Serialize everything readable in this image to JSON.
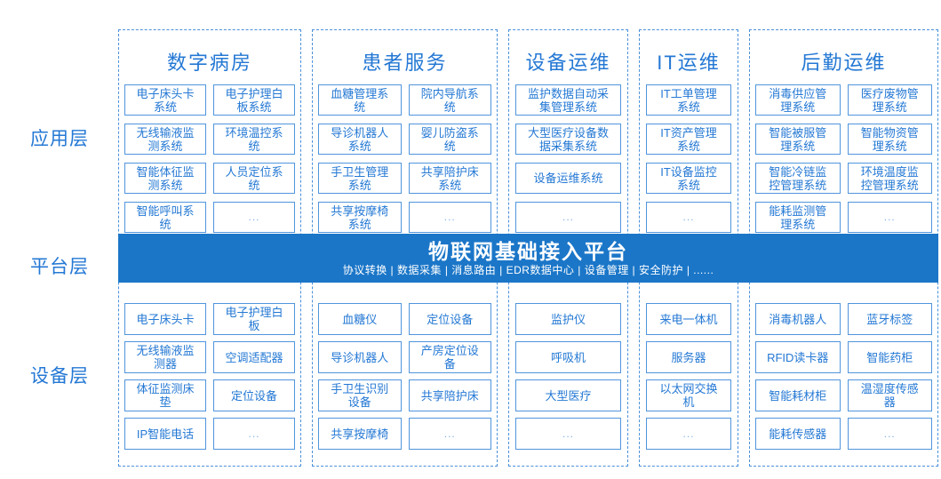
{
  "colors": {
    "accent_text": "#2478d4",
    "box_border": "#5095dd",
    "column_dashed_border": "#4a90da",
    "platform_band_bg": "#1b76c8",
    "platform_band_text": "#ffffff"
  },
  "layers": {
    "application": {
      "label": "应用层"
    },
    "platform": {
      "label": "平台层",
      "title": "物联网基础接入平台",
      "subtitle": "协议转换 | 数据采集 | 消息路由 | EDR数据中心 | 设备管理 | 安全防护 | ......"
    },
    "device": {
      "label": "设备层"
    }
  },
  "columns": [
    {
      "title": "数字病房",
      "app_items": [
        "电子床头卡系统",
        "电子护理白板系统",
        "无线输液监测系统",
        "环境温控系统",
        "智能体征监测系统",
        "人员定位系统",
        "智能呼叫系统",
        "..."
      ],
      "device_items": [
        "电子床头卡",
        "电子护理白板",
        "无线输液监测器",
        "空调适配器",
        "体征监测床垫",
        "定位设备",
        "IP智能电话",
        "..."
      ]
    },
    {
      "title": "患者服务",
      "app_items": [
        "血糖管理系统",
        "院内导航系统",
        "导诊机器人系统",
        "婴儿防盗系统",
        "手卫生管理系统",
        "共享陪护床系统",
        "共享按摩椅系统",
        "..."
      ],
      "device_items": [
        "血糖仪",
        "定位设备",
        "导诊机器人",
        "产房定位设备",
        "手卫生识别设备",
        "共享陪护床",
        "共享按摩椅",
        "..."
      ]
    },
    {
      "title": "设备运维",
      "app_items": [
        "监护数据自动采集管理系统",
        "大型医疗设备数据采集系统",
        "设备运维系统",
        "..."
      ],
      "device_items": [
        "监护仪",
        "呼吸机",
        "大型医疗",
        "..."
      ]
    },
    {
      "title": "IT运维",
      "app_items": [
        "IT工单管理系统",
        "IT资产管理系统",
        "IT设备监控系统",
        "..."
      ],
      "device_items": [
        "来电一体机",
        "服务器",
        "以太网交换机",
        "..."
      ]
    },
    {
      "title": "后勤运维",
      "app_items": [
        "消毒供应管理系统",
        "医疗废物管理系统",
        "智能被服管理系统",
        "智能物资管理系统",
        "智能冷链监控管理系统",
        "环境温度监控管理系统",
        "能耗监测管理系统",
        "..."
      ],
      "device_items": [
        "消毒机器人",
        "蓝牙标签",
        "RFID读卡器",
        "智能药柜",
        "智能耗材柜",
        "温湿度传感器",
        "能耗传感器",
        "..."
      ]
    }
  ]
}
